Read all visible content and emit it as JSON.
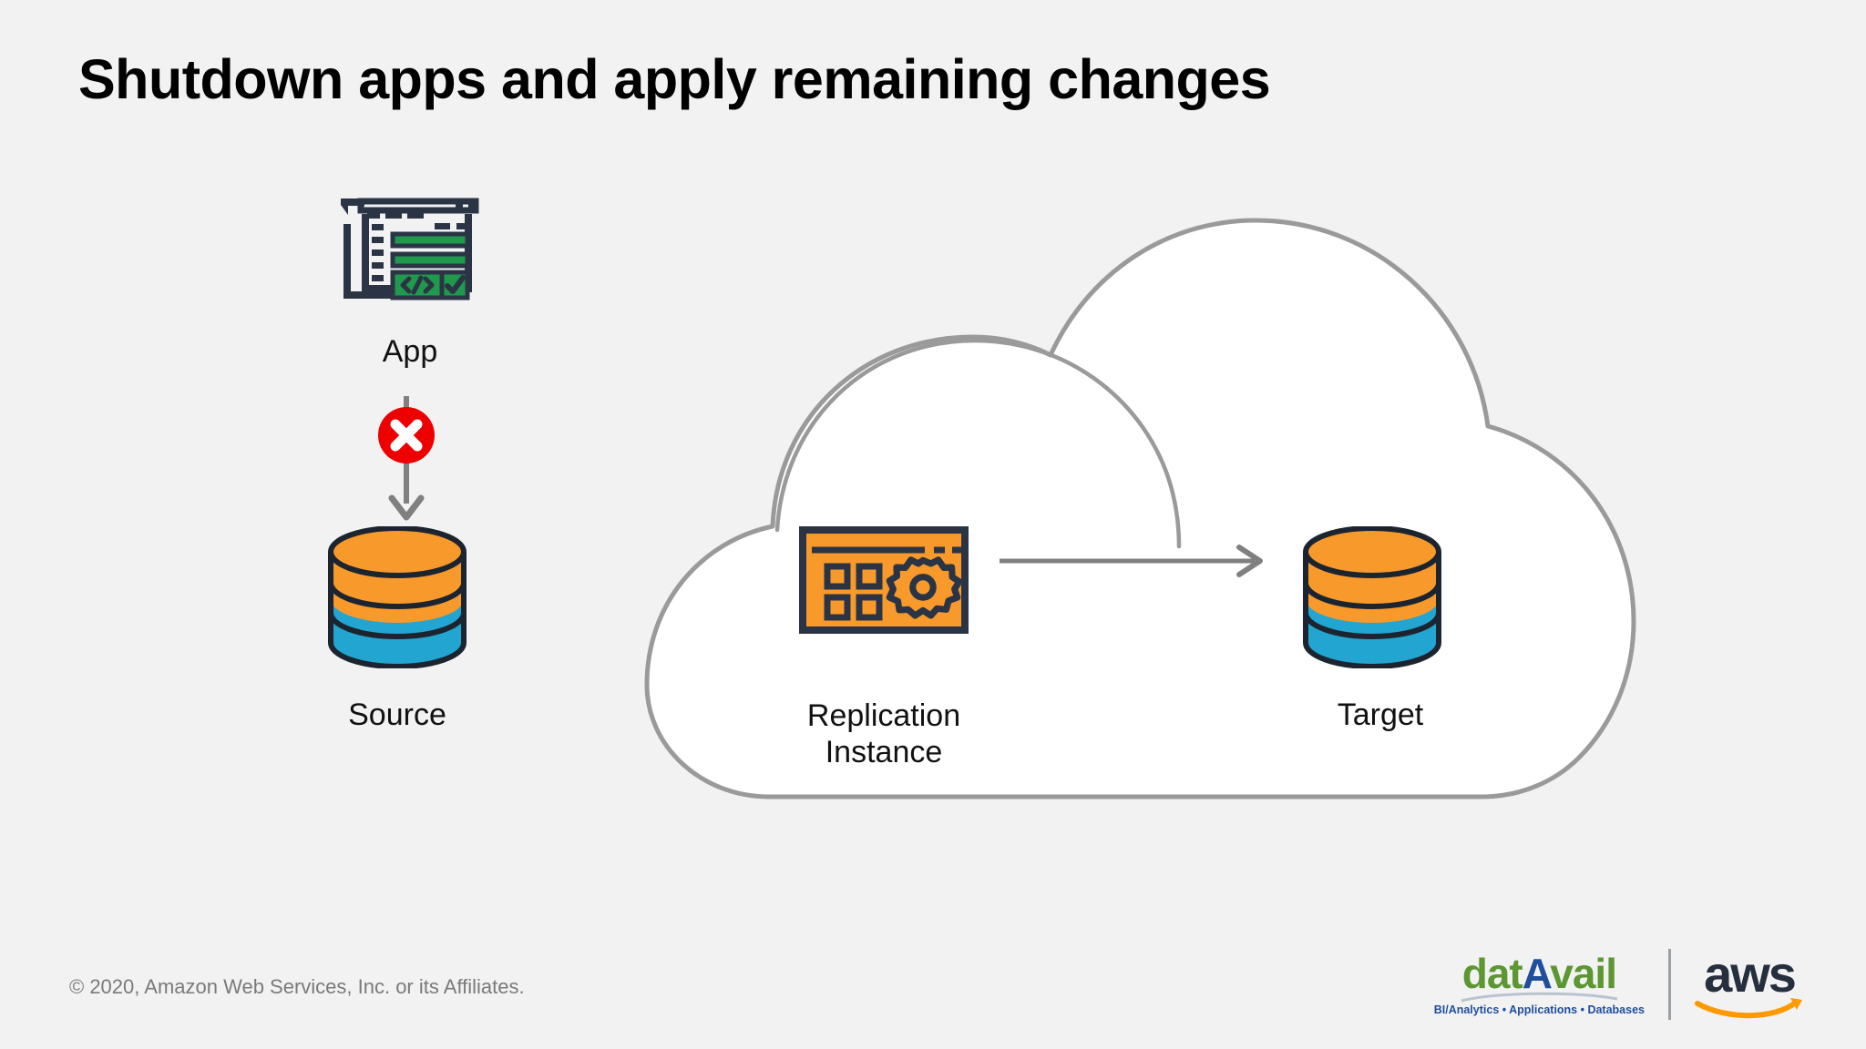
{
  "slide": {
    "title": "Shutdown apps and apply remaining changes",
    "background_color": "#f2f2f2"
  },
  "onprem": {
    "app": {
      "label": "App",
      "icon": "code-window-icon",
      "accent_color": "#1f9a4d",
      "outline_color": "#2b3445"
    },
    "blocked_connection": {
      "icon": "red-x-circle-icon",
      "badge_color": "#ee0000",
      "arrow_color": "#808080",
      "meaning": "connection stopped"
    },
    "source": {
      "label": "Source",
      "icon": "database-cylinder-icon",
      "top_color": "#f79a2b",
      "bottom_color": "#22a5d1",
      "outline_color": "#1c2430"
    }
  },
  "cloud": {
    "name": "aws-cloud-boundary",
    "fill": "#ffffff",
    "stroke": "#9a9a9a",
    "replication": {
      "label_line1": "Replication",
      "label_line2": "Instance",
      "icon": "replication-instance-icon",
      "fill_color": "#f79a2b",
      "outline_color": "#2b3445"
    },
    "flow_arrow": {
      "icon": "arrow-right-icon",
      "color": "#808080",
      "from": "Replication Instance",
      "to": "Target"
    },
    "target": {
      "label": "Target",
      "icon": "database-cylinder-icon",
      "top_color": "#f79a2b",
      "bottom_color": "#22a5d1",
      "outline_color": "#1c2430"
    }
  },
  "footer": {
    "copyright": "© 2020, Amazon Web Services, Inc. or its Affiliates.",
    "datavail": {
      "word_part1": "dat",
      "word_part2": "A",
      "word_part3": "vail",
      "tagline": "BI/Analytics • Applications • Databases",
      "green": "#5d9732",
      "blue": "#1f4e9c"
    },
    "aws": {
      "wordmark": "aws",
      "text_color": "#252f3e",
      "smile_color": "#f90"
    }
  }
}
